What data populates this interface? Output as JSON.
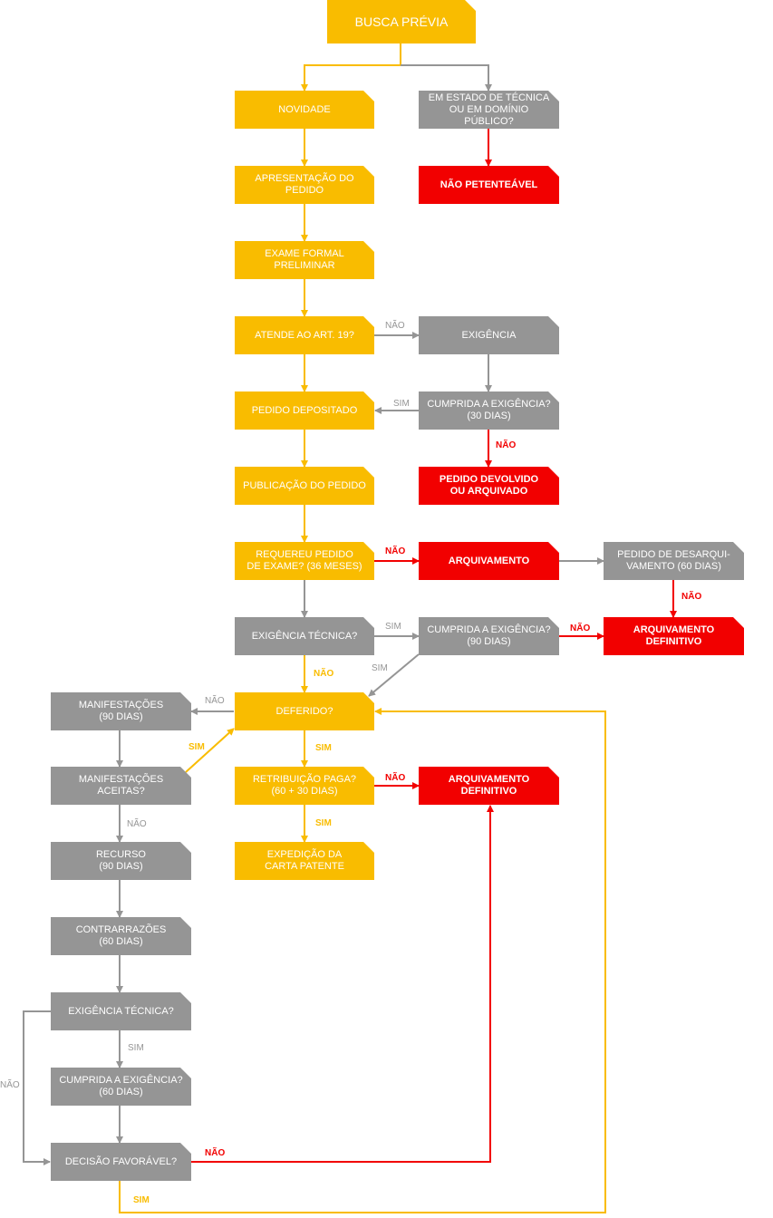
{
  "nodes": {
    "busca": "BUSCA PRÉVIA",
    "novidade": "NOVIDADE",
    "estado": "EM ESTADO DE TÉCNICA\nOU EM DOMÍNIO PÚBLICO?",
    "apresentacao": "APRESENTAÇÃO DO\nPEDIDO",
    "nao_patenteavel": "NÃO PETENTEÁVEL",
    "exame_formal": "EXAME FORMAL\nPRELIMINAR",
    "atende": "ATENDE AO ART. 19?",
    "exigencia": "EXIGÊNCIA",
    "pedido_depositado": "PEDIDO DEPOSITADO",
    "cumprida30": "CUMPRIDA A EXIGÊNCIA?\n(30 DIAS)",
    "publicacao": "PUBLICAÇÃO DO PEDIDO",
    "devolvido": "PEDIDO DEVOLVIDO\nOU ARQUIVADO",
    "requereu": "REQUEREU PEDIDO\nDE EXAME? (36 MESES)",
    "arquivamento": "ARQUIVAMENTO",
    "desarquivamento": "PEDIDO DE DESARQUI-\nVAMENTO (60 DIAS)",
    "exig_tecnica1": "EXIGÊNCIA TÉCNICA?",
    "cumprida90": "CUMPRIDA A EXIGÊNCIA?\n(90 DIAS)",
    "arq_def1": "ARQUIVAMENTO\nDEFINITIVO",
    "manifestacoes": "MANIFESTAÇÕES\n(90 DIAS)",
    "deferido": "DEFERIDO?",
    "manif_aceitas": "MANIFESTAÇÕES\nACEITAS?",
    "retribuicao": "RETRIBUIÇÃO PAGA?\n(60 + 30 DIAS)",
    "arq_def2": "ARQUIVAMENTO\nDEFINITIVO",
    "expedicao": "EXPEDIÇÃO DA\nCARTA PATENTE",
    "recurso": "RECURSO\n(90 DIAS)",
    "contrarrazoes": "CONTRARRAZÕES\n(60 DIAS)",
    "exig_tecnica2": "EXIGÊNCIA TÉCNICA?",
    "cumprida60": "CUMPRIDA A EXIGÊNCIA?\n(60 DIAS)",
    "decisao": "DECISÃO FAVORÁVEL?"
  },
  "labels": {
    "nao_art19": "NÃO",
    "sim_cumprida30": "SIM",
    "nao_cumprida30": "NÃO",
    "nao_requereu": "NÃO",
    "nao_desarq": "NÃO",
    "sim_exig1": "SIM",
    "nao_cumprida90": "NÃO",
    "nao_exig1": "NÃO",
    "sim_cumprida90": "SIM",
    "nao_deferido": "NÃO",
    "sim_manif": "SIM",
    "sim_deferido": "SIM",
    "nao_retrib": "NÃO",
    "nao_manif": "NÃO",
    "sim_retrib": "SIM",
    "sim_exig2": "SIM",
    "nao_exig2": "NÃO",
    "nao_decisao": "NÃO",
    "sim_decisao": "SIM"
  },
  "colors": {
    "yellow": "#f9bc00",
    "gray": "#959595",
    "red": "#f20000"
  }
}
